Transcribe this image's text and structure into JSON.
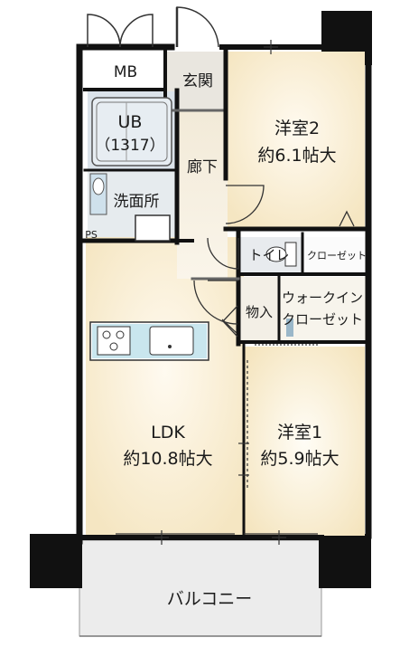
{
  "rooms": {
    "mb": "MB",
    "entrance": "玄関",
    "unit_bath": "UB",
    "unit_bath_size": "（1317）",
    "corridor": "廊下",
    "washroom": "洗面所",
    "ps": "PS",
    "western2_name": "洋室2",
    "western2_size": "約6.1帖大",
    "toilet": "トイレ",
    "closet": "クローゼット",
    "storage": "物入",
    "walkin_line1": "ウォークイン",
    "walkin_line2": "クローゼット",
    "ldk_name": "LDK",
    "ldk_size": "約10.8帖大",
    "western1_name": "洋室1",
    "western1_size": "約5.9帖大",
    "balcony": "バルコニー"
  },
  "colors": {
    "warm_floor": "#f7ebcb",
    "wall": "#111111",
    "wet_area": "#dbe3ea",
    "balcony": "#ececec"
  }
}
